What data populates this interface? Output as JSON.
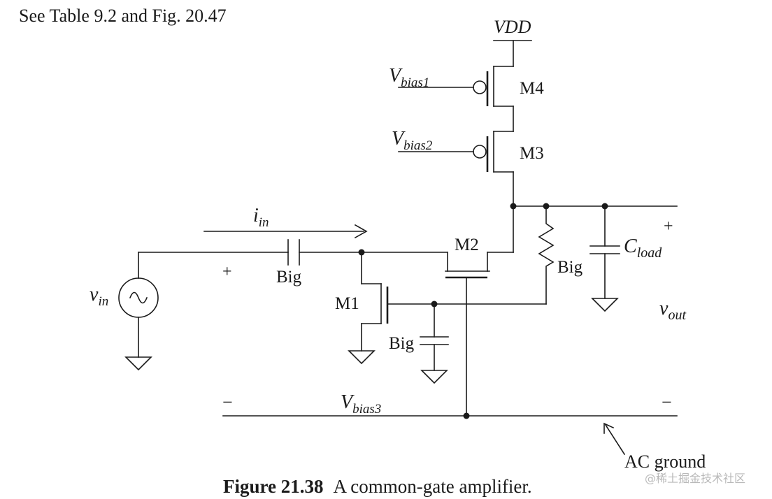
{
  "header_note": "See Table 9.2 and Fig. 20.47",
  "supply": "VDD",
  "bias1": {
    "main": "V",
    "sub": "bias1"
  },
  "bias2": {
    "main": "V",
    "sub": "bias2"
  },
  "bias3": {
    "main": "V",
    "sub": "bias3"
  },
  "m1": "M1",
  "m2": "M2",
  "m3": "M3",
  "m4": "M4",
  "iin": {
    "main": "i",
    "sub": "in"
  },
  "vin": {
    "main": "v",
    "sub": "in"
  },
  "vout": {
    "main": "v",
    "sub": "out"
  },
  "cload": {
    "main": "C",
    "sub": "load"
  },
  "big_input_cap": "Big",
  "big_gate_cap": "Big",
  "big_resistor": "Big",
  "plus_left": "+",
  "plus_right": "+",
  "minus_left": "−",
  "minus_right": "−",
  "ac_ground": "AC ground",
  "caption": {
    "number": "Figure 21.38",
    "text": "A common-gate amplifier."
  },
  "watermark": "@稀土掘金技术社区",
  "source_symbol": "~"
}
